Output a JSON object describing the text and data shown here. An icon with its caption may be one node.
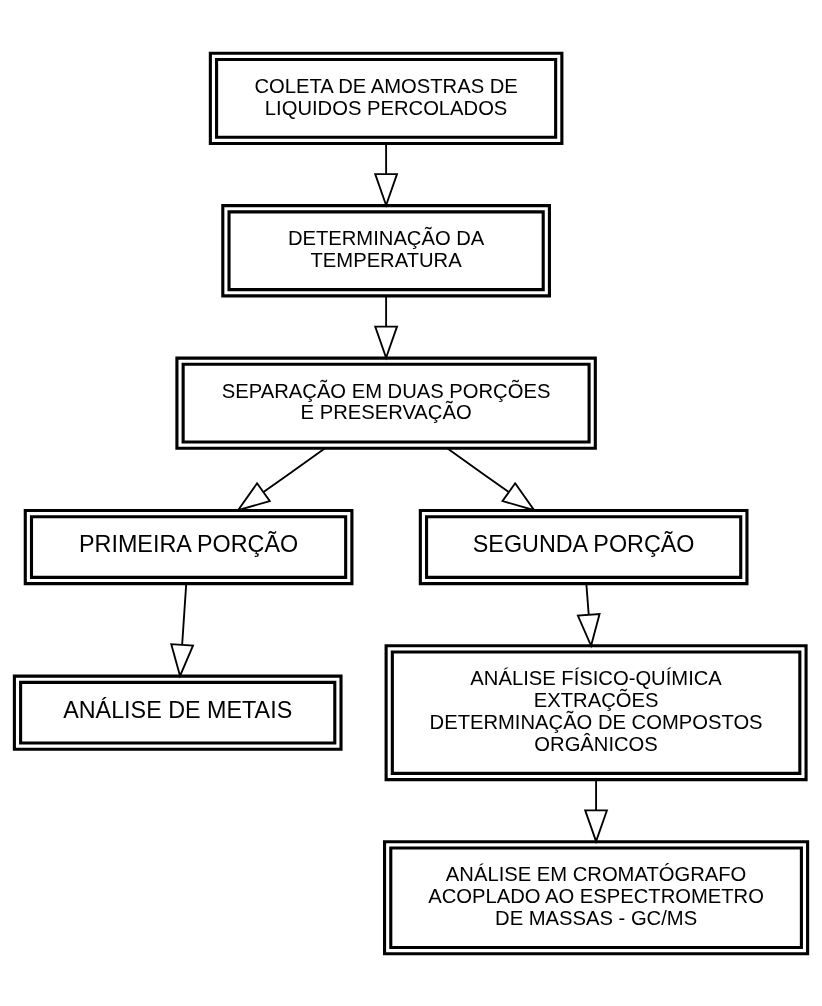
{
  "diagram": {
    "nodes": [
      {
        "text": [
          "COLETA DE AMOSTRAS DE LIQUIDOS PERCOLADOS"
        ]
      },
      {
        "text": [
          "DETERMINAÇÃO DA TEMPERATURA"
        ]
      },
      {
        "text": [
          "SEPARAÇÃO EM DUAS PORÇÕES E PRESERVAÇÃO"
        ]
      },
      {
        "text": [
          "PRIMEIRA PORÇÃO"
        ]
      },
      {
        "text": [
          "SEGUNDA PORÇÃO"
        ]
      },
      {
        "text": [
          "ANÁLISE DE METAIS"
        ]
      },
      {
        "text": [
          "ANÁLISE FÍSICO-QUÍMICA",
          "EXTRAÇÕES",
          "DETERMINAÇÃO DE COMPOSTOS ORGÂNICOS"
        ]
      },
      {
        "text": [
          "ANÁLISE EM CROMATÓGRAFO ACOPLADO AO ESPECTROMETRO DE MASSAS - GC/MS"
        ]
      }
    ],
    "edges": [
      {
        "from": 0,
        "to": 1,
        "arrow": "to"
      },
      {
        "from": 1,
        "to": 2,
        "arrow": "to"
      },
      {
        "from": 2,
        "to": 3,
        "arrow": "to"
      },
      {
        "from": 2,
        "to": 4,
        "arrow": "to"
      },
      {
        "from": 3,
        "to": 5,
        "arrow": "to"
      },
      {
        "from": 4,
        "to": 6,
        "arrow": "to"
      },
      {
        "from": 6,
        "to": 7,
        "arrow": "to"
      }
    ]
  }
}
